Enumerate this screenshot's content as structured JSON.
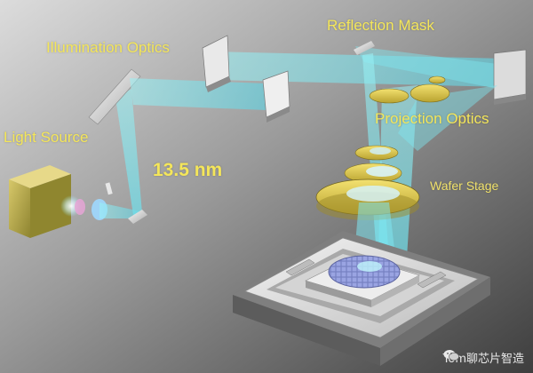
{
  "labels": {
    "light_source": "Light Source",
    "illumination_optics": "Illumination Optics",
    "reflection_mask": "Reflection Mask",
    "projection_optics": "Projection Optics",
    "wafer_stage": "Wafer Stage",
    "wavelength": "13.5 nm"
  },
  "watermark": "Tom聊芯片智造",
  "colors": {
    "label_yellow": "#f4e65a",
    "beam_cyan": "#7fe6f0",
    "lens_gold": "#e6d24a",
    "background_light": "#cfcfcf",
    "background_dark": "#4e4e4e"
  }
}
